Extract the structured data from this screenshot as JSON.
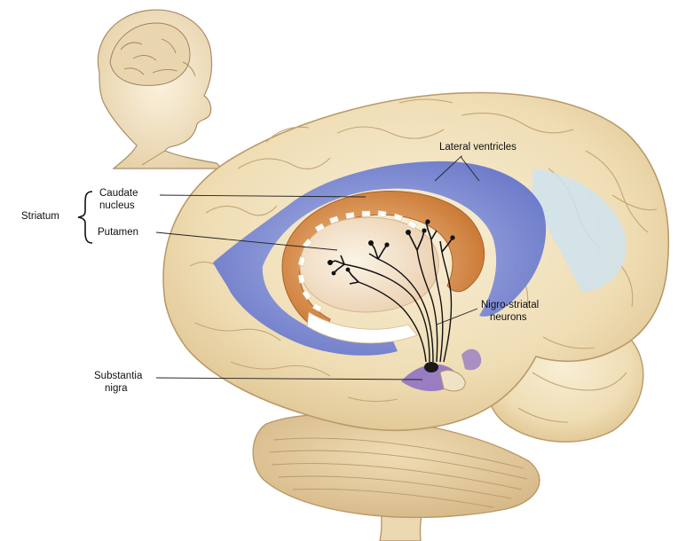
{
  "labels": {
    "lateral_ventricles": "Lateral ventricles",
    "striatum": "Striatum",
    "caudate_nucleus_1": "Caudate",
    "caudate_nucleus_2": "nucleus",
    "putamen": "Putamen",
    "nigro_striatal_1": "Nigro-striatal",
    "nigro_striatal_2": "neurons",
    "substantia_nigra_1": "Substantia",
    "substantia_nigra_2": "nigra"
  },
  "colors": {
    "brain_tissue": "#f3e6c3",
    "brain_outline": "#b99a6a",
    "ventricle": "#6f7fd0",
    "caudate": "#d08a40",
    "putamen_core": "#f6eadb",
    "neurons": "#111111",
    "substantia_nigra": "#7a5cb8"
  }
}
